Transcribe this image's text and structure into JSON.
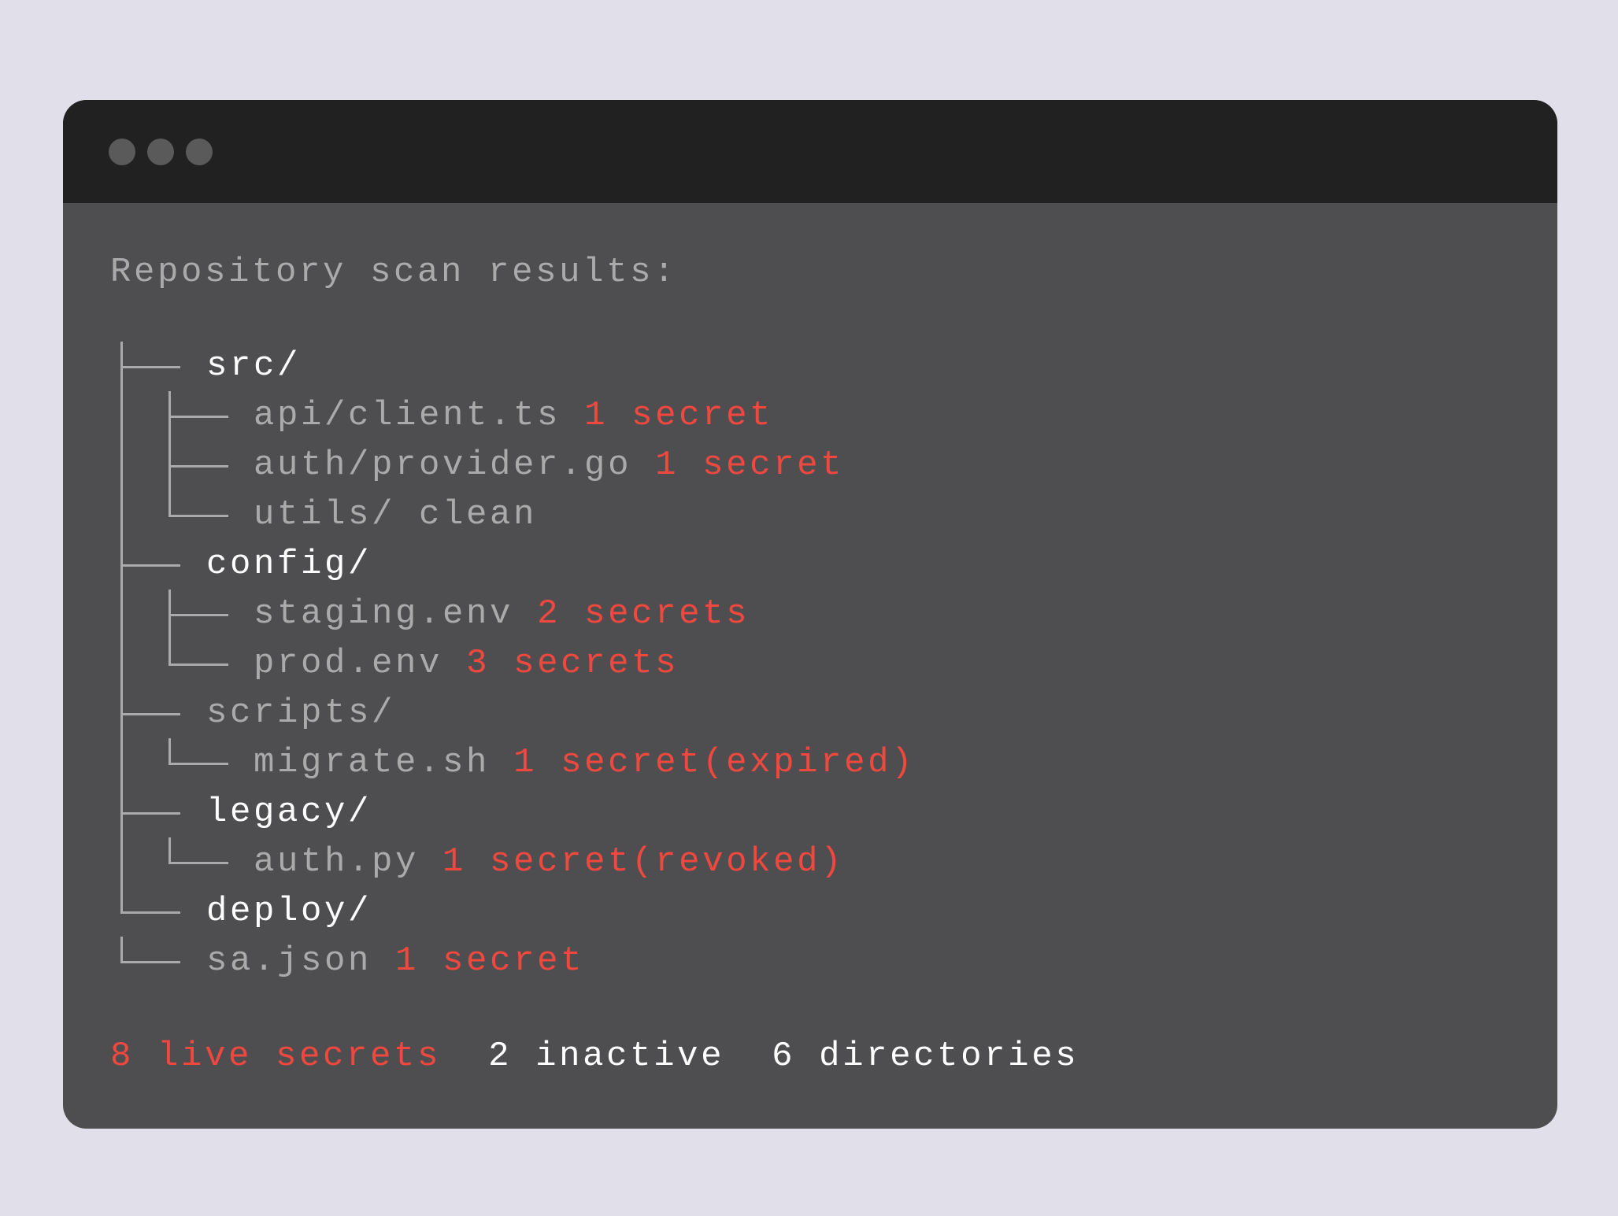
{
  "window": {
    "controls": [
      "close",
      "minimize",
      "maximize"
    ]
  },
  "heading": "Repository scan results:",
  "tree": [
    {
      "level": 0,
      "name": "src/",
      "tone": "white",
      "status": "",
      "connector": "tee"
    },
    {
      "level": 1,
      "name": "api/client.ts",
      "tone": "gray",
      "status": "1 secret",
      "connector": "tee"
    },
    {
      "level": 1,
      "name": "auth/provider.go",
      "tone": "gray",
      "status": "1 secret",
      "connector": "tee"
    },
    {
      "level": 1,
      "name": "utils/ clean",
      "tone": "gray",
      "status": "",
      "connector": "elbow"
    },
    {
      "level": 0,
      "name": "config/",
      "tone": "white",
      "status": "",
      "connector": "tee"
    },
    {
      "level": 1,
      "name": "staging.env",
      "tone": "gray",
      "status": "2 secrets",
      "connector": "tee"
    },
    {
      "level": 1,
      "name": "prod.env",
      "tone": "gray",
      "status": "3 secrets",
      "connector": "elbow"
    },
    {
      "level": 0,
      "name": "scripts/",
      "tone": "gray",
      "status": "",
      "connector": "tee"
    },
    {
      "level": 1,
      "name": "migrate.sh",
      "tone": "gray",
      "status": "1 secret(expired)",
      "connector": "elbow"
    },
    {
      "level": 0,
      "name": "legacy/",
      "tone": "white",
      "status": "",
      "connector": "tee"
    },
    {
      "level": 1,
      "name": "auth.py",
      "tone": "gray",
      "status": "1 secret(revoked)",
      "connector": "elbow"
    },
    {
      "level": 0,
      "name": "deploy/",
      "tone": "white",
      "status": "",
      "connector": "elbow"
    },
    {
      "level": 0,
      "name": "sa.json",
      "tone": "gray",
      "status": "1 secret",
      "connector": "elbow"
    }
  ],
  "footer": {
    "live": "8 live secrets",
    "inactive": "2 inactive",
    "directories": "6 directories"
  },
  "colors": {
    "background": "#e1dfe9",
    "titlebar": "#212121",
    "panel": "#4e4e50",
    "muted": "#aaaaaa",
    "alert": "#f0483e",
    "highlight": "#ffffff"
  }
}
